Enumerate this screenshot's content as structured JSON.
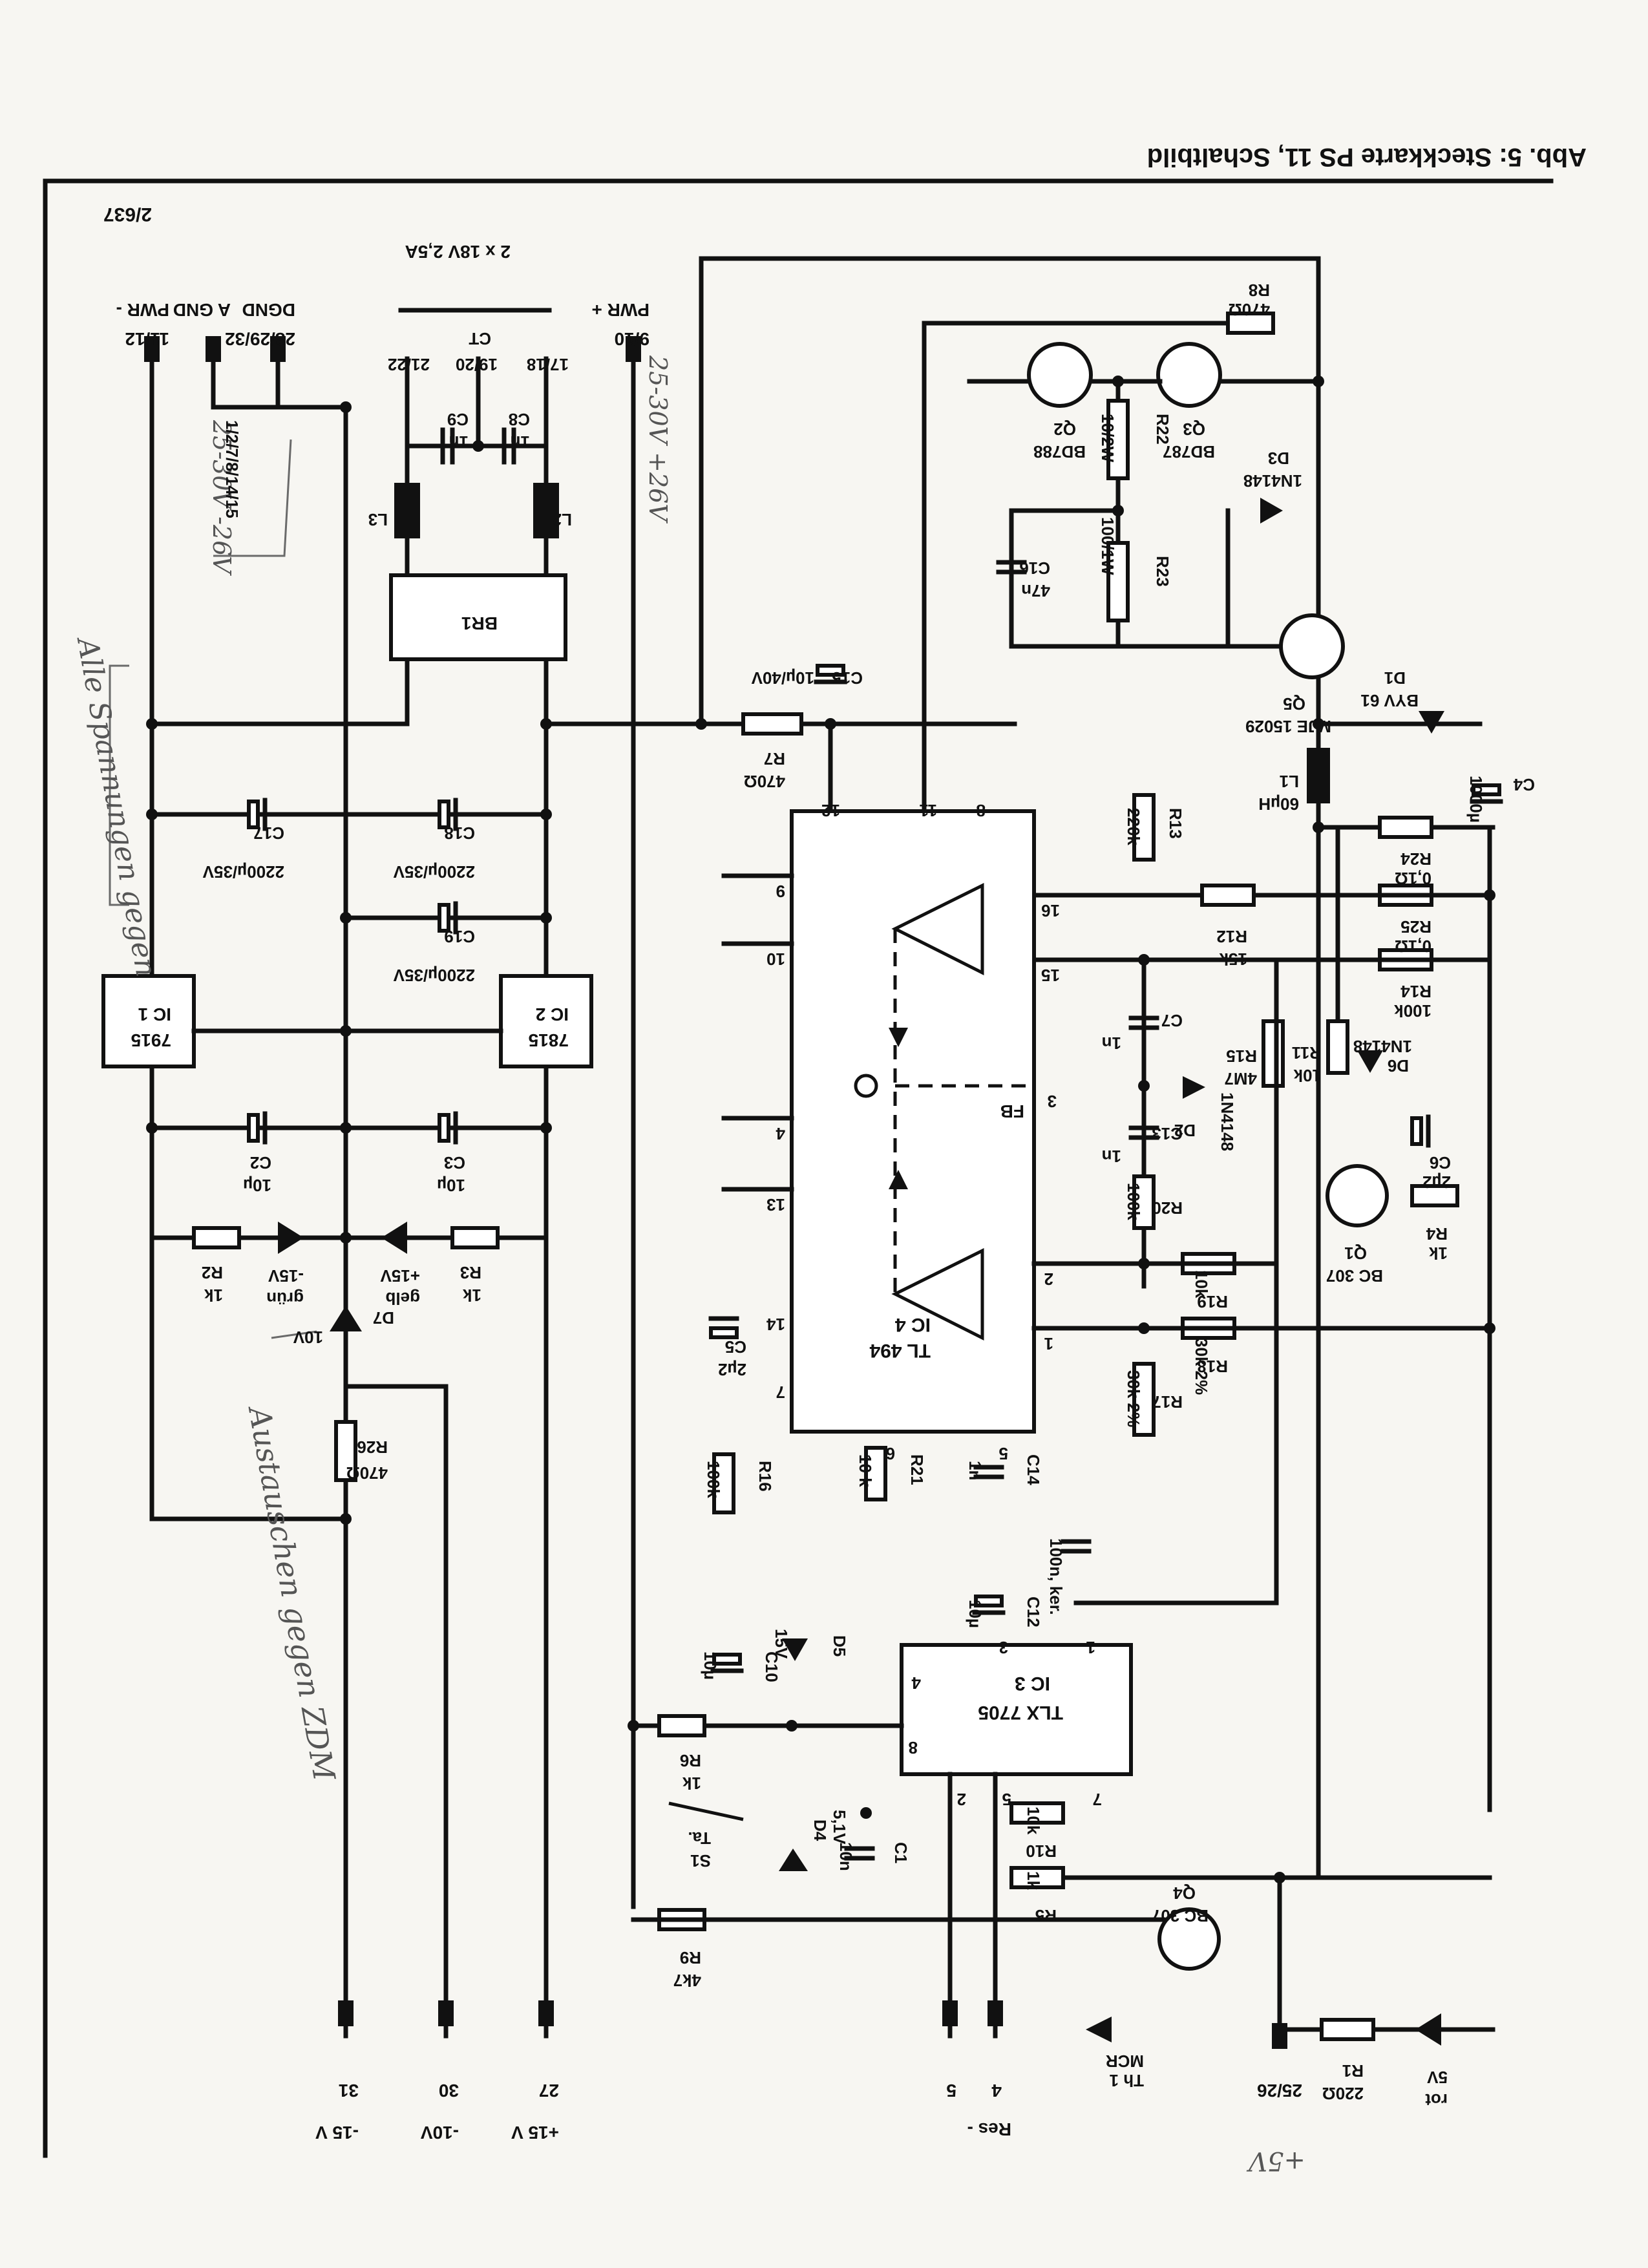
{
  "header": {
    "title": "Abb. 5:   Steckkarte PS 11, Schaltbild",
    "drawing_number": "2/637"
  },
  "connectors": {
    "pwr_minus": {
      "label": "PWR -",
      "pins": "11/12",
      "note": "25-30V -26V"
    },
    "agnd": {
      "label": "A GND",
      "pins": "1/2/7/8/14/15"
    },
    "dgnd": {
      "label": "DGND",
      "pins": "28/29/32"
    },
    "transformer": {
      "label": "2 x 18V 2,5A",
      "ct": "CT",
      "pins_left": "21/22",
      "pins_ct": "19/20",
      "pins_right": "17/18"
    },
    "pwr_plus": {
      "label": "PWR +",
      "pins": "9/10",
      "note": "25-30V +26V"
    },
    "out_m15": {
      "pin": "31",
      "label": "-15 V"
    },
    "out_m10": {
      "pin": "30",
      "label": "-10V"
    },
    "out_p15": {
      "pin": "27",
      "label": "+15 V"
    },
    "out_5": {
      "pin": "5"
    },
    "out_res": {
      "pin": "4",
      "label": "Res -"
    },
    "out_p5": {
      "pin": "25/26",
      "note": "+5V"
    }
  },
  "components": {
    "C8": {
      "ref": "C8",
      "value": "1n"
    },
    "C9": {
      "ref": "C9",
      "value": "1n"
    },
    "L2": {
      "ref": "L2"
    },
    "L3": {
      "ref": "L3"
    },
    "BR1": {
      "ref": "BR1"
    },
    "C15": {
      "ref": "C15",
      "value": "10µ/40V"
    },
    "R7": {
      "ref": "R7",
      "value": "470Ω"
    },
    "C17": {
      "ref": "C17",
      "value": "2200µ/35V"
    },
    "C18": {
      "ref": "C18",
      "value": "2200µ/35V"
    },
    "C19": {
      "ref": "C19",
      "value": "2200µ/35V"
    },
    "IC1": {
      "ref": "IC 1",
      "value": "7915"
    },
    "IC2": {
      "ref": "IC 2",
      "value": "7815"
    },
    "C2": {
      "ref": "C2",
      "value": "10µ"
    },
    "C3": {
      "ref": "C3",
      "value": "10µ"
    },
    "R2": {
      "ref": "R2",
      "value": "1k"
    },
    "R3": {
      "ref": "R3",
      "value": "1k"
    },
    "LED_gn": {
      "label": "-15V",
      "color": "grün"
    },
    "LED_ge": {
      "label": "+15V",
      "color": "gelb"
    },
    "D7": {
      "ref": "D7",
      "value": "10V"
    },
    "R26": {
      "ref": "R26",
      "value": "470Ω"
    },
    "R8": {
      "ref": "R8",
      "value": "470Ω"
    },
    "Q2": {
      "ref": "Q2",
      "value": "BD788"
    },
    "Q3": {
      "ref": "Q3",
      "value": "BD787"
    },
    "R22": {
      "ref": "R22",
      "value": "10/2W"
    },
    "R23": {
      "ref": "R23",
      "value": "100/1W"
    },
    "C16": {
      "ref": "C16",
      "value": "47n"
    },
    "D3": {
      "ref": "D3",
      "value": "1N4148"
    },
    "Q5": {
      "ref": "Q5",
      "value": "MJE 15029"
    },
    "D1": {
      "ref": "D1",
      "value": "BYV 61"
    },
    "L1": {
      "ref": "L1",
      "value": "60µH"
    },
    "C4": {
      "ref": "C4",
      "value": "1000µ"
    },
    "R13": {
      "ref": "R13",
      "value": "220k"
    },
    "R12": {
      "ref": "R12",
      "value": "15k"
    },
    "R24": {
      "ref": "R24",
      "value": "0,1Ω"
    },
    "R25": {
      "ref": "R25",
      "value": "0,1Ω"
    },
    "R14": {
      "ref": "R14",
      "value": "100k"
    },
    "R15": {
      "ref": "R15",
      "value": "4M7"
    },
    "R11": {
      "ref": "R11",
      "value": "10k"
    },
    "D6": {
      "ref": "D6",
      "value": "1N4148"
    },
    "C6": {
      "ref": "C6",
      "value": "2µ2"
    },
    "R4": {
      "ref": "R4",
      "value": "1k"
    },
    "Q1": {
      "ref": "Q1",
      "value": "BC 307"
    },
    "C7": {
      "ref": "C7",
      "value": "1n"
    },
    "D2": {
      "ref": "D2",
      "value": "1N4148"
    },
    "C13": {
      "ref": "C13",
      "value": "1n"
    },
    "R20": {
      "ref": "R20",
      "value": "100k"
    },
    "R19": {
      "ref": "R19",
      "value": "10k"
    },
    "R18": {
      "ref": "R18",
      "value": "30k 2%"
    },
    "R17": {
      "ref": "R17",
      "value": "30k 2%"
    },
    "IC4": {
      "ref": "IC 4",
      "value": "TL 494",
      "fb": "FB"
    },
    "C5": {
      "ref": "C5",
      "value": "2µ2"
    },
    "R16": {
      "ref": "R16",
      "value": "100k"
    },
    "R21": {
      "ref": "R21",
      "value": "10 k"
    },
    "C14": {
      "ref": "C14",
      "value": "1n"
    },
    "C11": {
      "value": "100n, ker."
    },
    "C12": {
      "ref": "C12",
      "value": "10µ"
    },
    "C10": {
      "ref": "C10",
      "value": "10µ"
    },
    "D5": {
      "ref": "D5",
      "value": "15V"
    },
    "IC3": {
      "ref": "IC 3",
      "value": "TLX 7705"
    },
    "R6": {
      "ref": "R6",
      "value": "1k"
    },
    "S1": {
      "ref": "S1",
      "value": "Ta."
    },
    "D4": {
      "ref": "D4",
      "value": "5,1V"
    },
    "C1": {
      "ref": "C1",
      "value": "10n"
    },
    "R10": {
      "ref": "R10",
      "value": "10k"
    },
    "R5": {
      "ref": "R5",
      "value": "1k"
    },
    "R9": {
      "ref": "R9",
      "value": "4k7"
    },
    "Q4": {
      "ref": "Q4",
      "value": "BC 307"
    },
    "Th1": {
      "ref": "Th 1",
      "value": "MCR"
    },
    "R1": {
      "ref": "R1",
      "value": "220Ω"
    },
    "LED_rot": {
      "label": "5V",
      "color": "rot"
    }
  },
  "ic4_pins": [
    "12",
    "11",
    "8",
    "9",
    "10",
    "16",
    "15",
    "3",
    "4",
    "13",
    "14",
    "2",
    "1",
    "5",
    "6",
    "7"
  ],
  "ic3_pins": [
    "1",
    "3",
    "4",
    "8",
    "2",
    "5",
    "7"
  ],
  "handwritten": {
    "note_left": "Alle Spannungen gegen",
    "note_center": "Austauschen gegen ZDM"
  }
}
